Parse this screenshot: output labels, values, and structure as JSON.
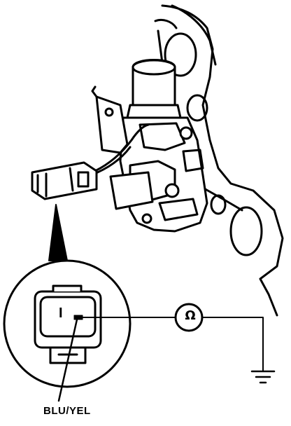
{
  "labels": {
    "wire": "BLU/YEL",
    "pin_number": "I",
    "meter_symbol": "Ω"
  }
}
